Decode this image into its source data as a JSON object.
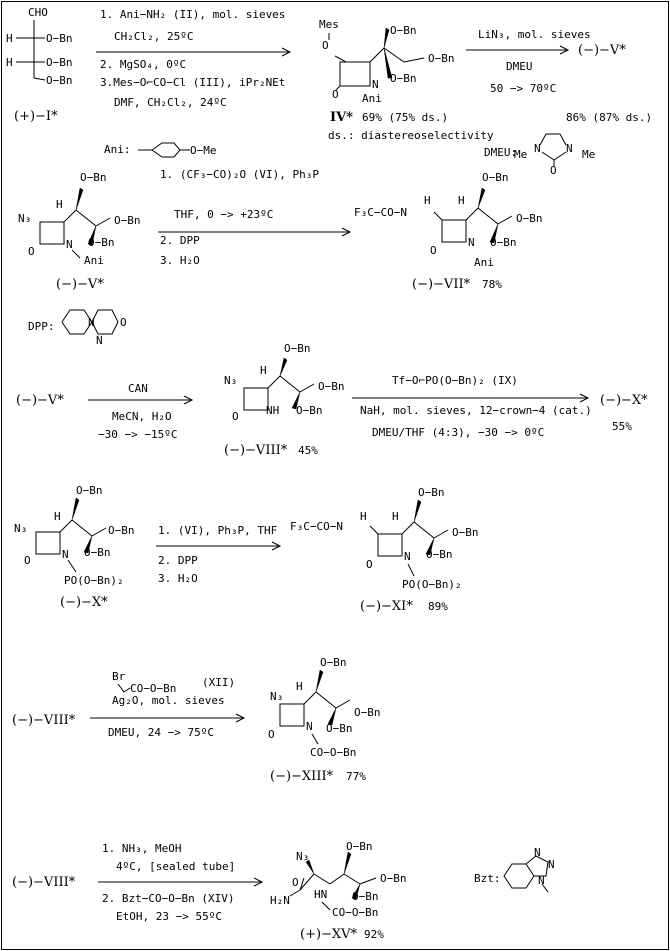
{
  "step1": {
    "reactant_label": "(+)−I*",
    "reactant_groups": [
      "CHO",
      "H",
      "H",
      "O−Bn",
      "O−Bn",
      "O−Bn"
    ],
    "conditions": [
      "1. Ani−NH₂ (II), mol. sieves",
      "CH₂Cl₂, 25ºC",
      "2. MgSO₄, 0ºC",
      "3.Mes−O⌐CO−Cl (III), iPr₂NEt",
      "DMF, CH₂Cl₂, 24ºC"
    ],
    "ani_label": "Ani:",
    "ani_group": "O−Me",
    "product_label": "IV*",
    "product_yield": "69% (75% ds.)",
    "ds_note": "ds.: diastereoselectivity",
    "product_groups": [
      "Mes",
      "O",
      "O−Bn",
      "O−Bn",
      "O−Bn",
      "N",
      "Ani",
      "O"
    ]
  },
  "step2": {
    "conditions_top": "LiN₃, mol. sieves",
    "conditions_mid": "DMEU",
    "conditions_bot": "50 −> 70ºC",
    "product_label": "(−)−V*",
    "yield": "86% (87% ds.)",
    "dmeu_label": "DMEU:",
    "dmeu_groups": [
      "Me",
      "N",
      "N",
      "Me",
      "O"
    ]
  },
  "step3": {
    "reactant_label": "(−)−V*",
    "reactant_groups": [
      "N₃",
      "H",
      "O−Bn",
      "O−Bn",
      "O−Bn",
      "N",
      "O",
      "Ani"
    ],
    "conditions": [
      "1. (CF₃−CO)₂O (VI), Ph₃P",
      "THF, 0 −> +23ºC",
      "2. DPP",
      "3. H₂O"
    ],
    "product_label": "(−)−VII*",
    "product_yield": "78%",
    "product_groups": [
      "F₃C−CO−N",
      "H",
      "H",
      "O−Bn",
      "O−Bn",
      "O−Bn",
      "N",
      "O",
      "Ani"
    ],
    "dpp_label": "DPP:",
    "dpp_groups": [
      "N",
      "N",
      "O"
    ]
  },
  "step4": {
    "reactant_label": "(−)−V*",
    "conditions_top": "CAN",
    "conditions_mid": "MeCN, H₂O",
    "conditions_bot": "−30 −> −15ºC",
    "product_label": "(−)−VIII*",
    "product_yield": "45%",
    "product_groups": [
      "N₃",
      "H",
      "O−Bn",
      "O−Bn",
      "O−Bn",
      "NH",
      "O"
    ],
    "conditions2_top": "Tf−O⌐PO(O−Bn)₂ (IX)",
    "conditions2_mid": "NaH, mol. sieves, 12−crown−4 (cat.)",
    "conditions2_bot": "DMEU/THF (4:3), −30 −> 0ºC",
    "product2_label": "(−)−X*",
    "product2_yield": "55%"
  },
  "step5": {
    "reactant_label": "(−)−X*",
    "reactant_groups": [
      "N₃",
      "H",
      "O−Bn",
      "O−Bn",
      "O−Bn",
      "N",
      "O",
      "PO(O−Bn)₂"
    ],
    "conditions": [
      "1. (VI), Ph₃P, THF",
      "2. DPP",
      "3. H₂O"
    ],
    "product_label": "(−)−XI*",
    "product_yield": "89%",
    "product_groups": [
      "F₃C−CO−N",
      "H",
      "H",
      "O−Bn",
      "O−Bn",
      "O−Bn",
      "N",
      "O",
      "PO(O−Bn)₂"
    ]
  },
  "step6": {
    "reactant_label": "(−)−VIII*",
    "reagent_br": "Br",
    "reagent_chain": "CO−O−Bn",
    "reagent_code": "(XII)",
    "conditions_top": "Ag₂O, mol. sieves",
    "conditions_bot": "DMEU, 24 −> 75ºC",
    "product_label": "(−)−XIII*",
    "product_yield": "77%",
    "product_groups": [
      "N₃",
      "H",
      "O−Bn",
      "O−Bn",
      "O−Bn",
      "N",
      "O",
      "CO−O−Bn"
    ]
  },
  "step7": {
    "reactant_label": "(−)−VIII*",
    "conditions": [
      "1. NH₃, MeOH",
      "4ºC, [sealed tube]",
      "2. Bzt−CO−O−Bn (XIV)",
      "EtOH, 23 −> 55ºC"
    ],
    "product_label": "(+)−XV*",
    "product_yield": "92%",
    "product_groups": [
      "N₃",
      "O−Bn",
      "O−Bn",
      "O−Bn",
      "O",
      "H₂N",
      "HN",
      "CO−O−Bn"
    ],
    "bzt_label": "Bzt:",
    "bzt_groups": [
      "N",
      "N",
      "N"
    ]
  }
}
